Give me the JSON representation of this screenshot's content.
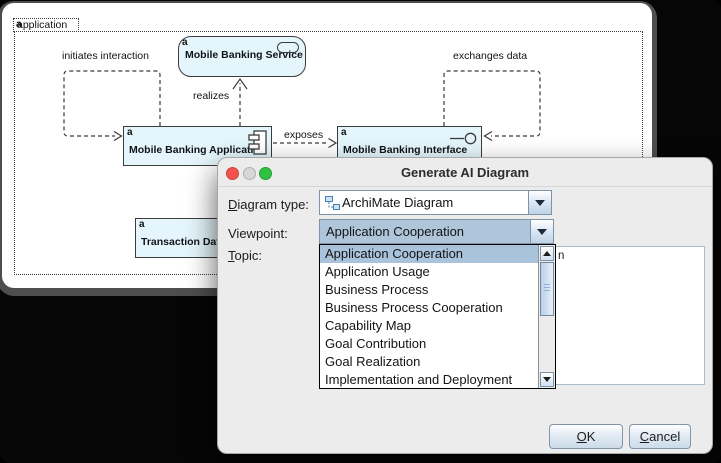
{
  "window": {
    "group": {
      "badge": "a",
      "label": "application"
    },
    "elements": [
      {
        "badge": "a",
        "label": "Mobile Banking Service"
      },
      {
        "badge": "a",
        "label": "Mobile Banking Application"
      },
      {
        "badge": "a",
        "label": "Mobile Banking Interface"
      },
      {
        "badge": "a",
        "label": "Transaction Data"
      }
    ],
    "connectors": [
      {
        "label": "initiates interaction"
      },
      {
        "label": "realizes"
      },
      {
        "label": "exposes"
      },
      {
        "label": "exchanges data"
      }
    ]
  },
  "dialog": {
    "title": "Generate AI Diagram",
    "fields": {
      "diagram_type_label": {
        "mnemonic": "D",
        "rest": "iagram type:"
      },
      "diagram_type_value": "ArchiMate Diagram",
      "viewpoint_label": "Viewpoint:",
      "viewpoint_value": "Application Cooperation",
      "topic_label": {
        "mnemonic": "T",
        "rest": "opic:"
      },
      "topic_fragment": "n"
    },
    "dropdown_options": [
      "Application Cooperation",
      "Application Usage",
      "Business Process",
      "Business Process Cooperation",
      "Capability Map",
      "Goal Contribution",
      "Goal Realization",
      "Implementation and Deployment"
    ],
    "selected_index": 0,
    "buttons": {
      "ok": {
        "mnemonic": "O",
        "rest": "K"
      },
      "cancel": {
        "mnemonic": "C",
        "rest": "ancel"
      }
    },
    "icons": {
      "diagram_type": "archimate-diagram-icon",
      "combo_arrow": "chevron-down-icon",
      "scroll_up": "arrow-up-icon",
      "scroll_down": "arrow-down-icon"
    },
    "colors": {
      "dialog_bg": "#ececec",
      "selection": "#a9c3dc",
      "combo_open_bg": "#aec5da",
      "accent_border": "#7d93a8",
      "traffic_red": "#f3534b",
      "traffic_gray": "#d7d7d7",
      "traffic_green": "#2fc240",
      "element_fill": "#e4f6fb"
    }
  }
}
